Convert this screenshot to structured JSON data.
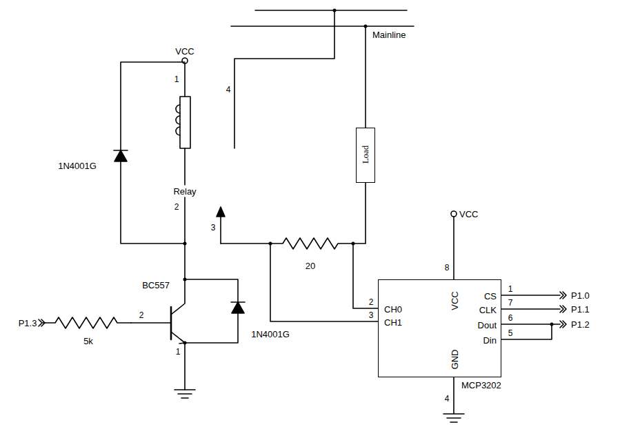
{
  "diagram": {
    "nodes": [
      {
        "text": [
          "Load"
        ]
      },
      {
        "text": [
          "CH0",
          "CH1",
          "VCC",
          "CS",
          "CLK",
          "Dout",
          "Din",
          "GND",
          "MCP3202"
        ]
      }
    ],
    "edges": [
      {
        "from": 0,
        "to": 1,
        "arrow": "none"
      }
    ],
    "labels": [
      "VCC",
      "1",
      "1N4001G",
      "Relay",
      "2",
      "4",
      "3",
      "Mainline",
      "20",
      "BC557",
      "2",
      "1N4001G",
      "1",
      "P1.3",
      "5k",
      "VCC",
      "8",
      "4",
      "2",
      "3",
      "1",
      "7",
      "6",
      "5",
      "P1.0",
      "P1.1",
      "P1.2"
    ]
  }
}
